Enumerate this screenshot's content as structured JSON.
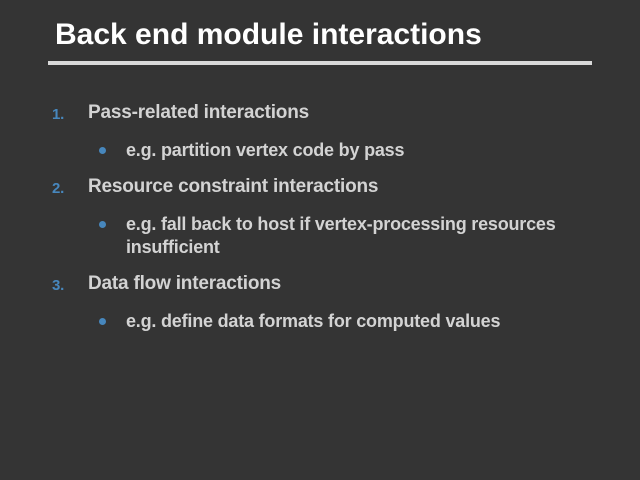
{
  "slide": {
    "title": "Back end module interactions",
    "colors": {
      "background": "#343434",
      "title": "#ffffff",
      "text": "#d3d3d3",
      "accent": "#4787bd",
      "rule": "#d9d9d9"
    },
    "items": [
      {
        "number": "1.",
        "title": "Pass-related interactions",
        "sub": "e.g. partition vertex code by pass"
      },
      {
        "number": "2.",
        "title": "Resource constraint interactions",
        "sub": "e.g. fall back to host if vertex-processing resources insufficient"
      },
      {
        "number": "3.",
        "title": "Data flow interactions",
        "sub": "e.g. define data formats for computed values"
      }
    ]
  }
}
